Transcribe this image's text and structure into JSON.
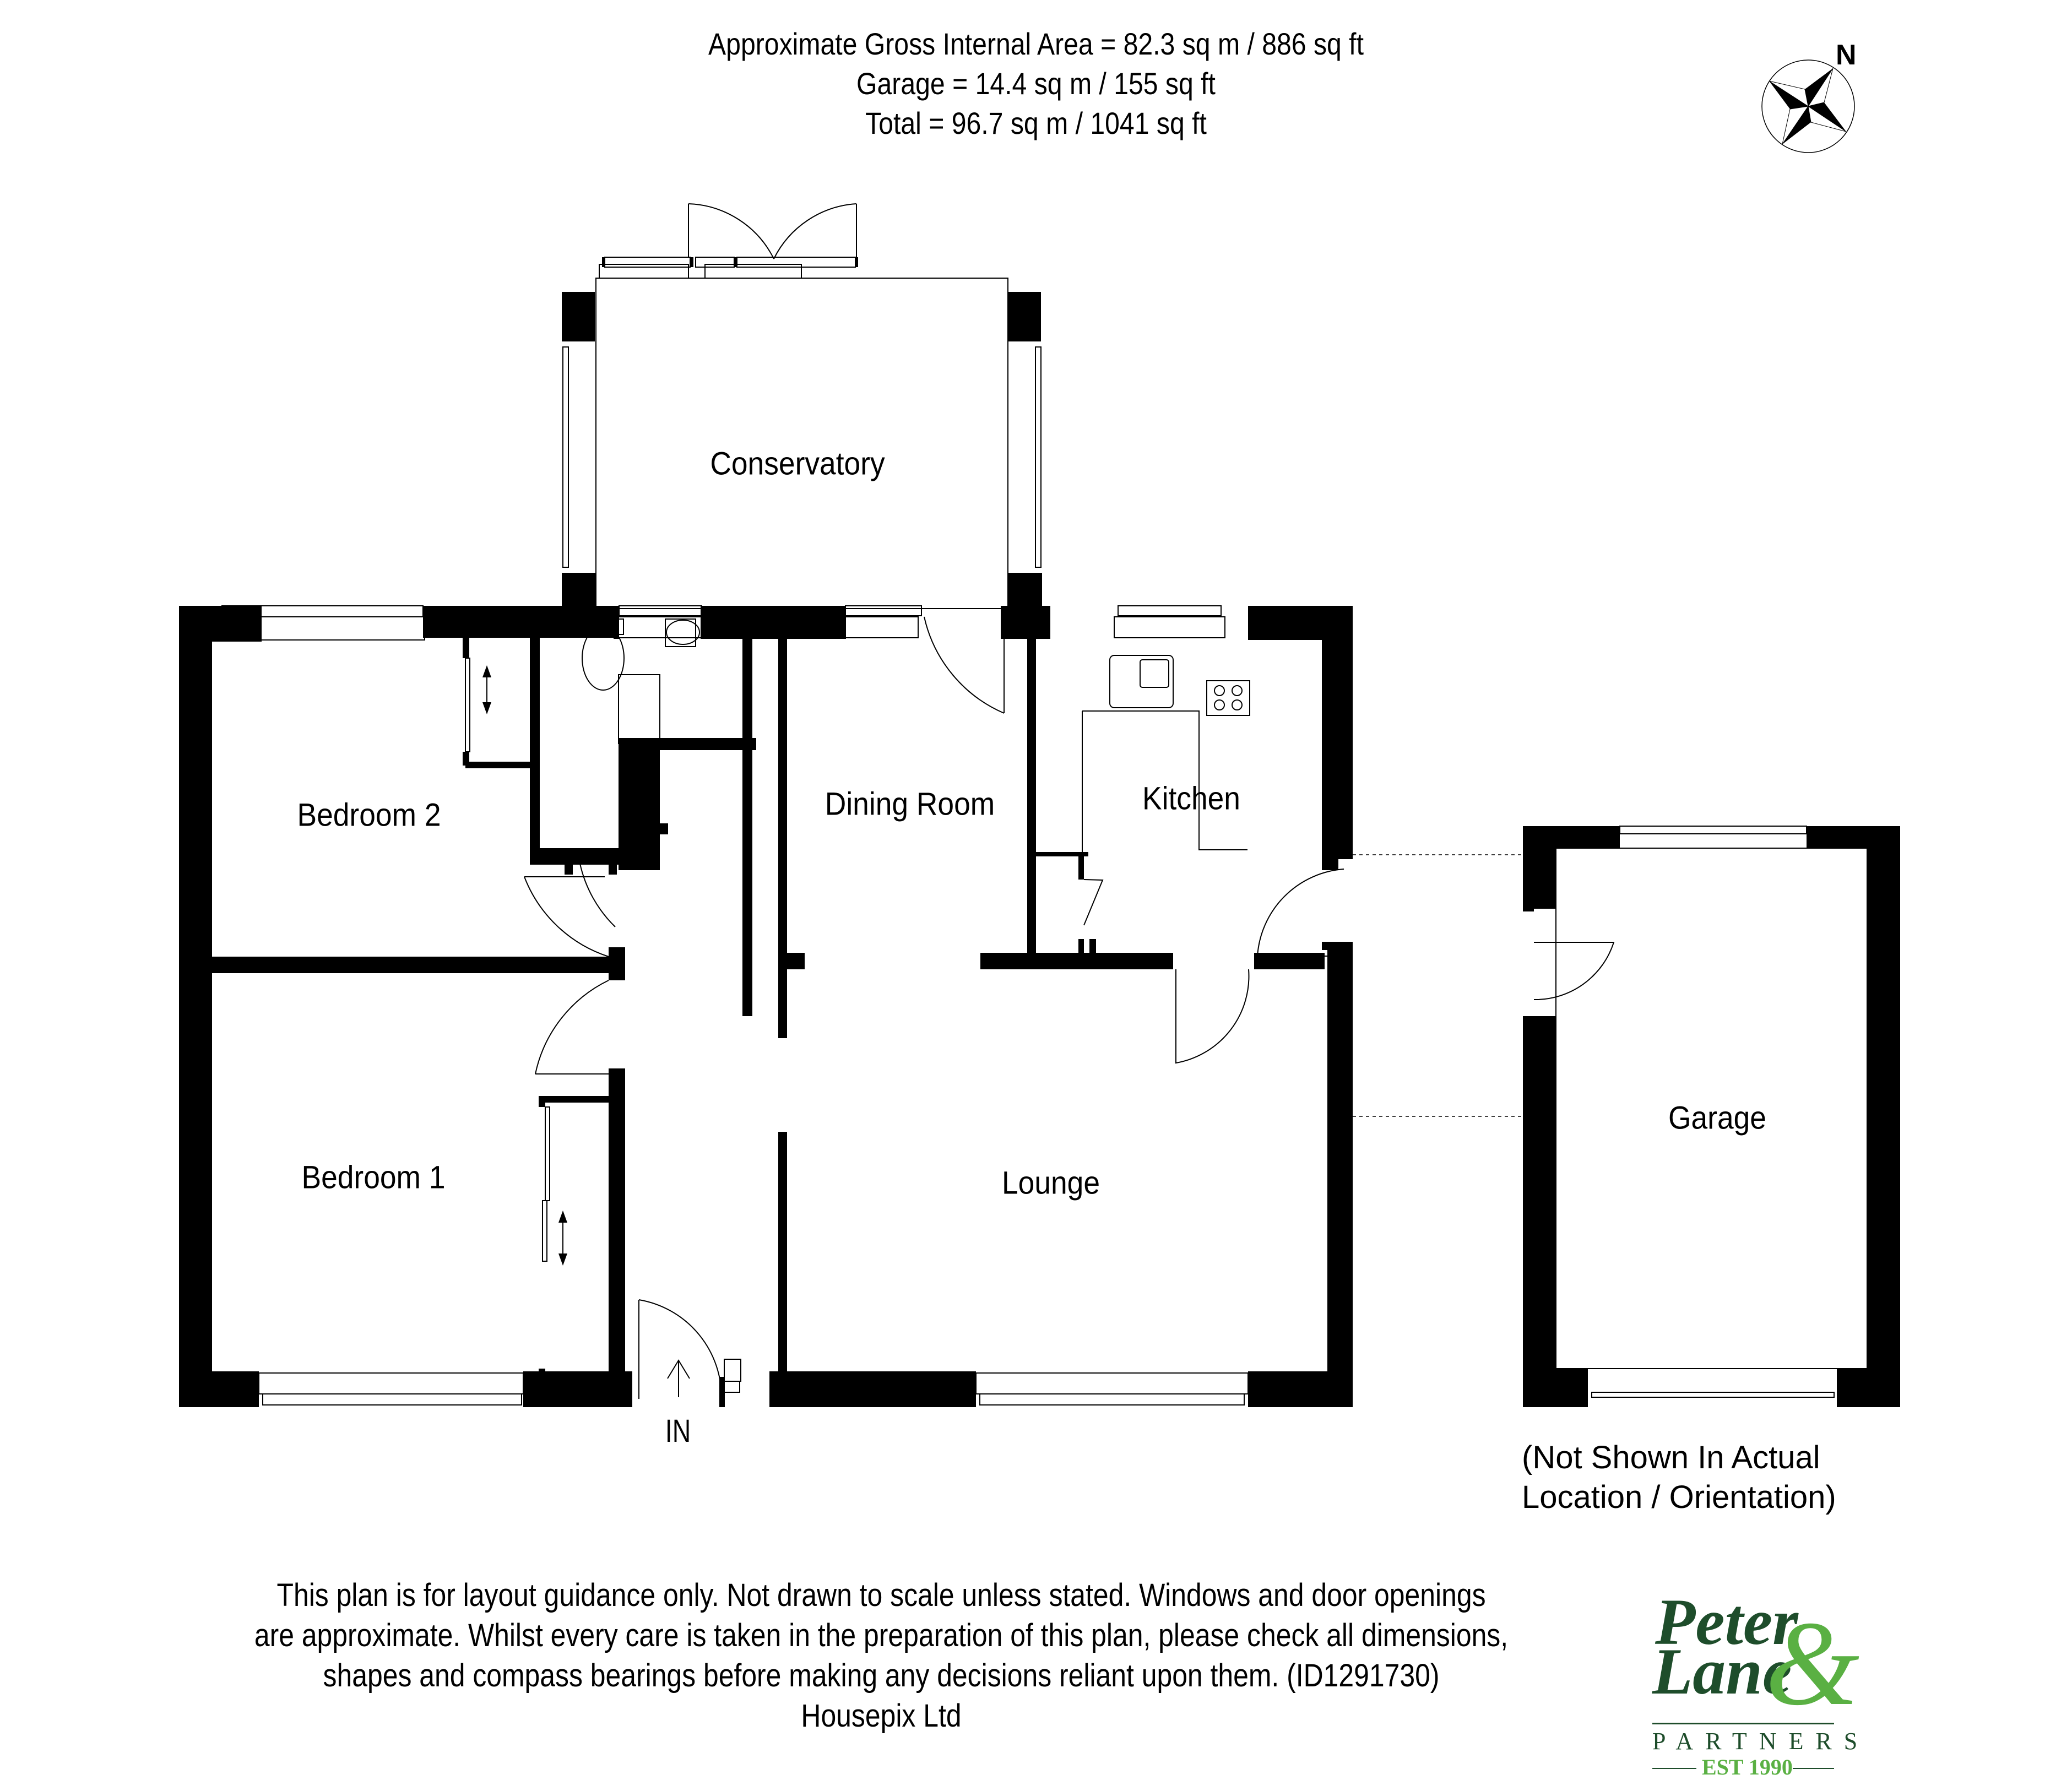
{
  "header": {
    "line1": "Approximate Gross Internal Area = 82.3 sq m / 886 sq ft",
    "line2": "Garage = 14.4 sq m / 155 sq ft",
    "line3": "Total = 96.7 sq m / 1041 sq ft"
  },
  "compass": {
    "label": "N",
    "icon": "compass-rose-icon"
  },
  "rooms": {
    "conservatory": "Conservatory",
    "bedroom2": "Bedroom 2",
    "dining": "Dining Room",
    "kitchen": "Kitchen",
    "bedroom1": "Bedroom 1",
    "lounge": "Lounge",
    "garage": "Garage"
  },
  "entrance": {
    "label": "IN",
    "icon": "entrance-arrow-icon"
  },
  "garage_note": {
    "line1": "(Not Shown In Actual",
    "line2": "Location / Orientation)"
  },
  "disclaimer": {
    "line1": "This plan is for layout guidance only. Not drawn to scale unless stated. Windows and door openings",
    "line2": "are approximate. Whilst every care is taken in the preparation of this plan, please check all dimensions,",
    "line3": "shapes and compass bearings before making any decisions reliant upon them. (ID1291730)",
    "line4": "Housepix Ltd"
  },
  "logo": {
    "word1": "Peter",
    "word2": "Lane",
    "ampersand": "&",
    "partners": "PARTNERS",
    "est": "EST 1990",
    "dark_green": "#1e4d2b",
    "light_green": "#5ab043"
  }
}
